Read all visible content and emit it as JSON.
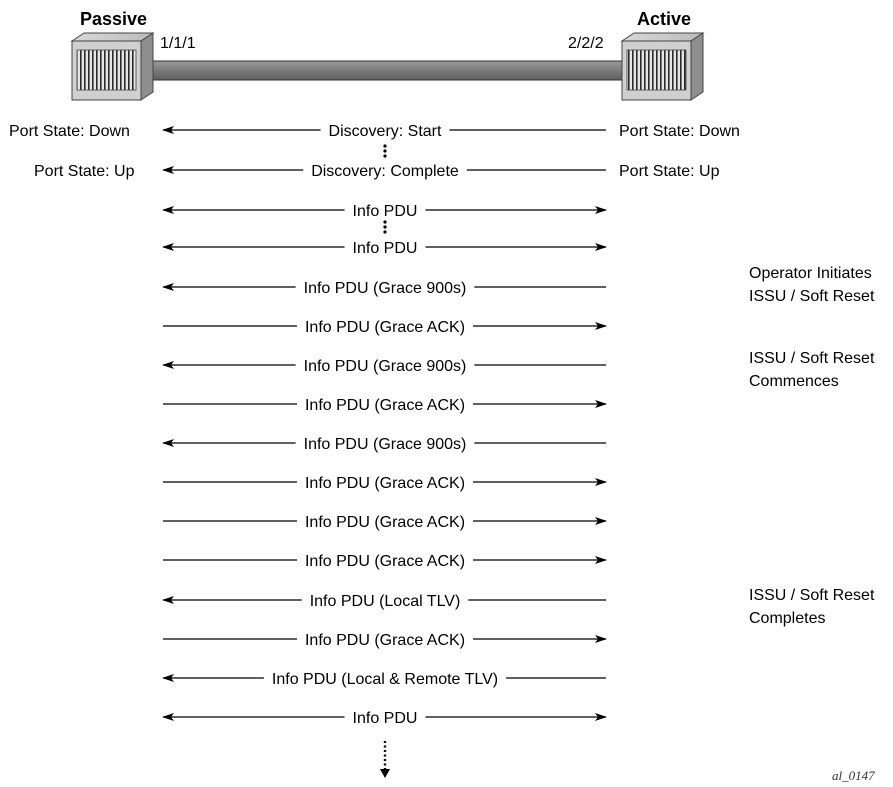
{
  "devices": {
    "left_title": "Passive",
    "right_title": "Active",
    "left_port": "1/1/1",
    "right_port": "2/2/2"
  },
  "state_labels": {
    "left_down": "Port State: Down",
    "right_down": "Port State: Down",
    "left_up": "Port State: Up",
    "right_up": "Port State: Up"
  },
  "messages": [
    {
      "label": "Discovery: Start",
      "direction": "to-left"
    },
    {
      "label": "Discovery: Complete",
      "direction": "to-left"
    },
    {
      "label": "Info PDU",
      "direction": "both"
    },
    {
      "label": "Info PDU",
      "direction": "both"
    },
    {
      "label": "Info PDU (Grace 900s)",
      "direction": "to-left"
    },
    {
      "label": "Info PDU (Grace ACK)",
      "direction": "to-right"
    },
    {
      "label": "Info PDU (Grace 900s)",
      "direction": "to-left"
    },
    {
      "label": "Info PDU (Grace ACK)",
      "direction": "to-right"
    },
    {
      "label": "Info PDU (Grace 900s)",
      "direction": "to-left"
    },
    {
      "label": "Info PDU (Grace ACK)",
      "direction": "to-right"
    },
    {
      "label": "Info PDU (Grace ACK)",
      "direction": "to-right"
    },
    {
      "label": "Info PDU (Grace ACK)",
      "direction": "to-right"
    },
    {
      "label": "Info PDU (Local TLV)",
      "direction": "to-left"
    },
    {
      "label": "Info PDU (Grace ACK)",
      "direction": "to-right"
    },
    {
      "label": "Info PDU (Local & Remote TLV)",
      "direction": "to-left"
    },
    {
      "label": "Info PDU",
      "direction": "both"
    }
  ],
  "notes": [
    {
      "line1": "Operator Initiates",
      "line2": "ISSU / Soft Reset"
    },
    {
      "line1": "ISSU / Soft Reset",
      "line2": "Commences"
    },
    {
      "line1": "ISSU / Soft Reset",
      "line2": "Completes"
    }
  ],
  "figure_id": "al_0147"
}
